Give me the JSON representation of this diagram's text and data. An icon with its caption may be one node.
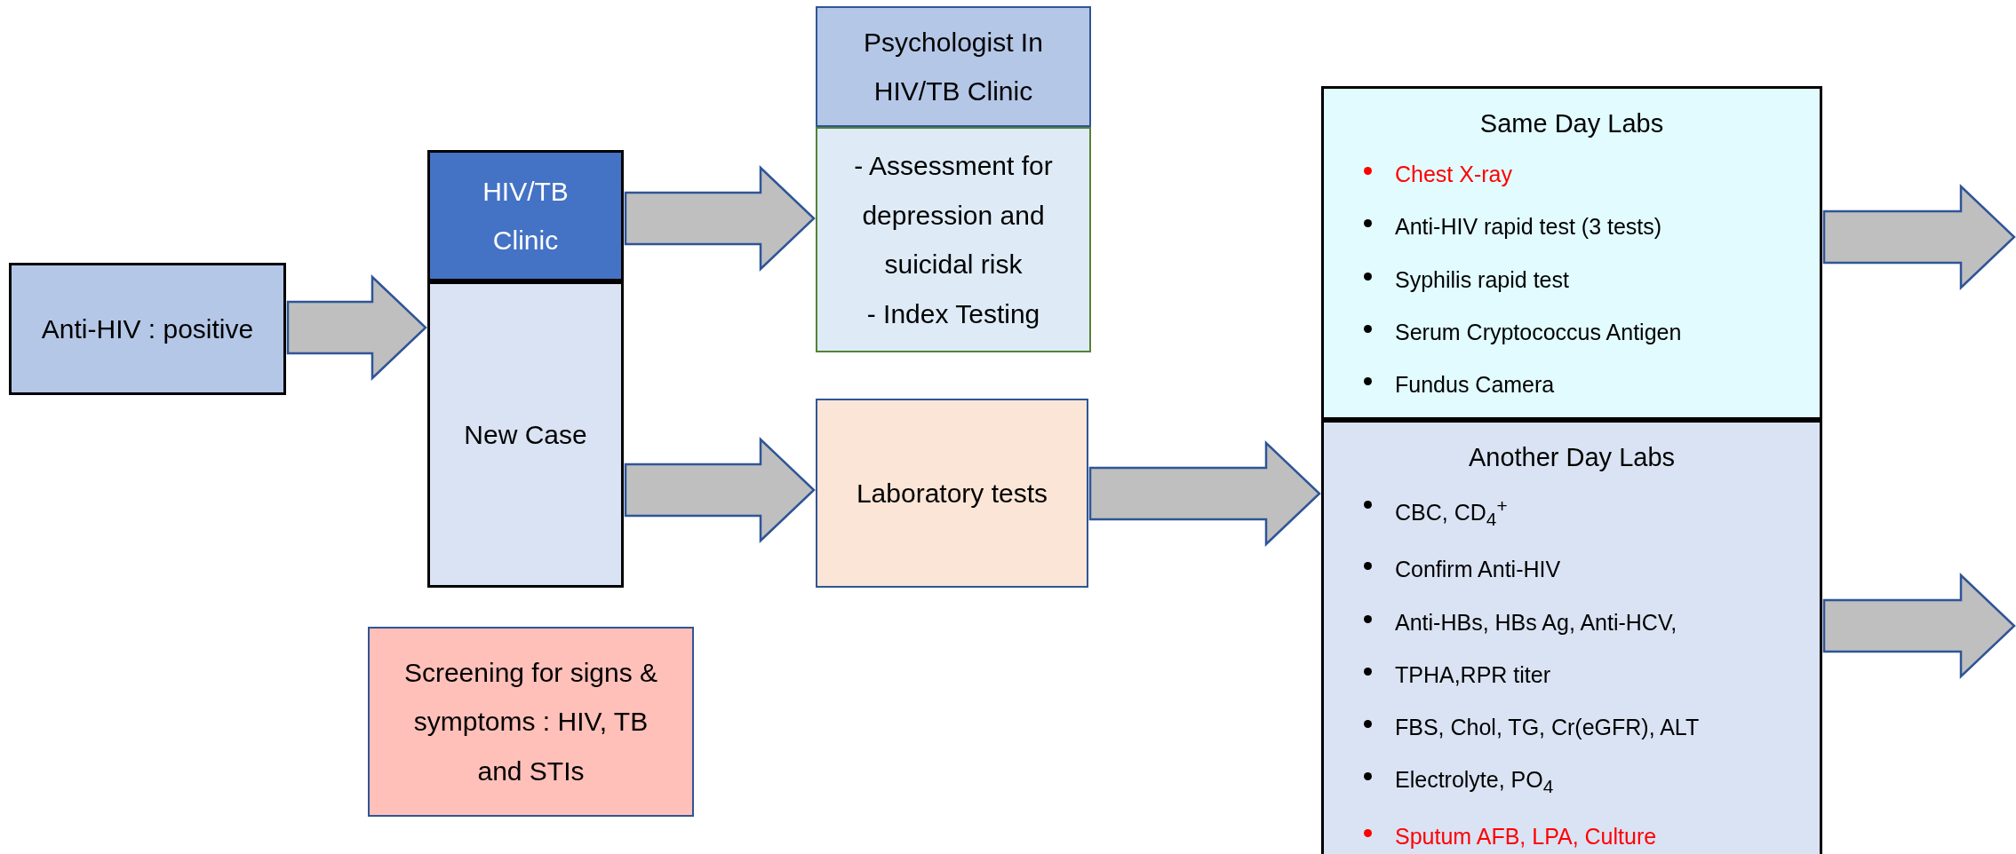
{
  "diagram": {
    "nodes": [
      {
        "text": [
          "Anti-HIV : positive"
        ]
      },
      {
        "text": [
          "HIV/TB Clinic"
        ]
      },
      {
        "text": [
          "New Case"
        ]
      },
      {
        "text": [
          "Psychologist In HIV/TB Clinic"
        ]
      },
      {
        "text": [
          "- Assessment for depression and suicidal risk",
          "- Index Testing"
        ]
      },
      {
        "text": [
          "Laboratory tests"
        ]
      },
      {
        "text": [
          "Same Day Labs",
          "Chest X-ray",
          "Anti-HIV rapid test (3 tests)",
          "Syphilis rapid test",
          "Serum Cryptococcus Antigen",
          "Fundus Camera"
        ]
      },
      {
        "text": [
          "Another Day Labs",
          "CBC, CD$_{4}$$^{+}$",
          "Confirm Anti-HIV",
          "Anti-HBs, HBs Ag, Anti-HCV,",
          "TPHA,RPR titer",
          "FBS, Chol, TG, Cr(eGFR), ALT",
          "Electrolyte, PO$_{4}$",
          "Sputum AFB, LPA, Culture"
        ]
      },
      {
        "text": [
          "Screening for signs & symptoms : HIV, TB and STIs"
        ]
      }
    ],
    "edges": [
      {
        "from": 0,
        "to": 2,
        "arrow": "to"
      },
      {
        "from": 1,
        "to": 4,
        "arrow": "to"
      },
      {
        "from": 2,
        "to": 5,
        "arrow": "to"
      },
      {
        "from": 5,
        "to": 7,
        "arrow": "to"
      },
      {
        "from": 6,
        "to": null,
        "arrow": "to"
      },
      {
        "from": 7,
        "to": null,
        "arrow": "to"
      }
    ]
  }
}
